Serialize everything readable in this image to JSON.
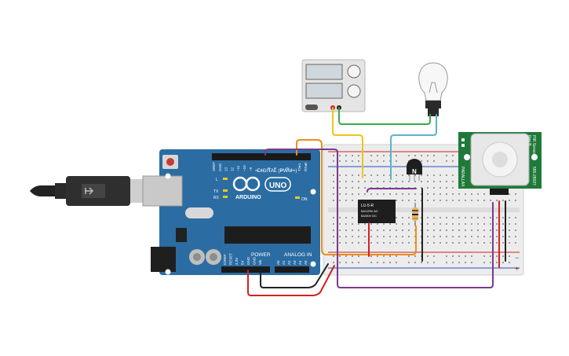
{
  "arduino": {
    "brand": "ARDUINO",
    "model": "UNO",
    "digital_label": "DIGITAL (PWM~)",
    "power_label": "POWER",
    "analog_label": "ANALOG IN",
    "on_label": "ON",
    "led_l": "L",
    "led_tx": "TX",
    "led_rx": "RX",
    "top_pins": [
      "AREF",
      "GND",
      "13",
      "12",
      "~11",
      "~10",
      "~9",
      "8",
      "7",
      "~6",
      "~5",
      "4",
      "~3",
      "2",
      "TX▸1",
      "RX◂0"
    ],
    "power_pins": [
      "IOREF",
      "RESET",
      "3.3V",
      "5V",
      "GND",
      "GND",
      "Vin"
    ],
    "analog_pins": [
      "A0",
      "A1",
      "A2",
      "A3",
      "A4",
      "A5"
    ]
  },
  "relay": {
    "line1": "LU-5-R",
    "line2": "5A/125V AC",
    "line3": "5A/30V DC"
  },
  "transistor": {
    "label": "N"
  },
  "pir": {
    "title": "PIR Sensor",
    "rev": "Rev B",
    "model": "555-28027",
    "side": "PARALLAX"
  },
  "breadboard": {
    "plus": "+",
    "minus": "−"
  },
  "colors": {
    "arduino_board": "#2b6ca3",
    "pir_board": "#1f7a3a",
    "wire_orange": "#e8901c",
    "wire_purple": "#7a3a8c",
    "wire_red": "#d42020",
    "wire_black": "#222222",
    "wire_yellow": "#e8c81c",
    "wire_green": "#3aa84a",
    "wire_cyan": "#5ab4c8"
  }
}
